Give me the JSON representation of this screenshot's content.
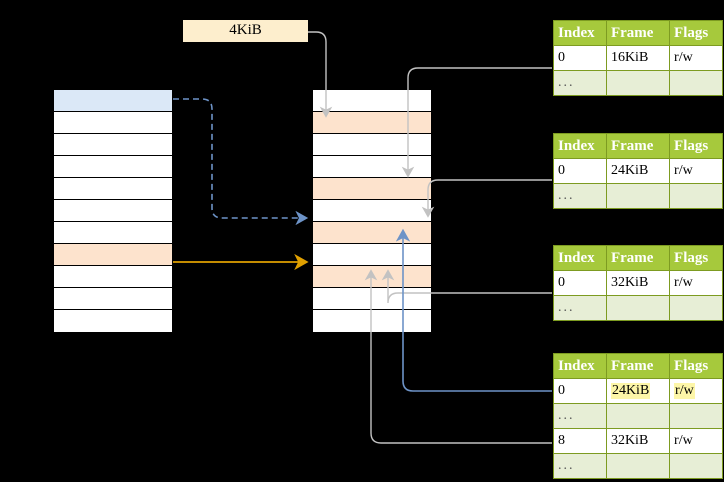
{
  "diagram": {
    "title_label": "4KiB",
    "colors": {
      "header_green": "#a6c93c",
      "table_border_green": "#7d9b21",
      "ellipsis_row": "#e7eed6",
      "highlight_yellow": "#fdf6a8",
      "row_blue": "#dbe8f7",
      "row_peach": "#fde3cd",
      "label_box": "#fdeecd",
      "arrow_blue": "#6d93c7",
      "arrow_orange": "#e8a317",
      "arrow_gray": "#c9c9c9"
    }
  },
  "left_table": {
    "name": "virtual-address-space",
    "rows": [
      {
        "label": "",
        "fill": "blue"
      },
      {
        "label": "",
        "fill": "white"
      },
      {
        "label": "",
        "fill": "white"
      },
      {
        "label": "",
        "fill": "white"
      },
      {
        "label": "",
        "fill": "white"
      },
      {
        "label": "",
        "fill": "white"
      },
      {
        "label": "",
        "fill": "white"
      },
      {
        "label": "",
        "fill": "peach"
      },
      {
        "label": "",
        "fill": "white"
      },
      {
        "label": "",
        "fill": "white"
      },
      {
        "label": "",
        "fill": "white"
      }
    ]
  },
  "middle_table": {
    "name": "physical-memory",
    "rows": [
      {
        "label": "",
        "fill": "white"
      },
      {
        "label": "",
        "fill": "peach"
      },
      {
        "label": "",
        "fill": "white"
      },
      {
        "label": "",
        "fill": "white"
      },
      {
        "label": "",
        "fill": "peach"
      },
      {
        "label": "",
        "fill": "white"
      },
      {
        "label": "",
        "fill": "peach"
      },
      {
        "label": "",
        "fill": "white"
      },
      {
        "label": "",
        "fill": "peach"
      },
      {
        "label": "",
        "fill": "white"
      },
      {
        "label": "",
        "fill": "white"
      }
    ]
  },
  "page_tables": [
    {
      "name": "page-table-1",
      "headers": [
        "Index",
        "Frame",
        "Flags"
      ],
      "rows": [
        {
          "cells": [
            "0",
            "16KiB",
            "r/w"
          ],
          "ellipsis": false,
          "highlight": []
        },
        {
          "cells": [
            "...",
            "",
            ""
          ],
          "ellipsis": true,
          "highlight": []
        }
      ]
    },
    {
      "name": "page-table-2",
      "headers": [
        "Index",
        "Frame",
        "Flags"
      ],
      "rows": [
        {
          "cells": [
            "0",
            "24KiB",
            "r/w"
          ],
          "ellipsis": false,
          "highlight": []
        },
        {
          "cells": [
            "...",
            "",
            ""
          ],
          "ellipsis": true,
          "highlight": []
        }
      ]
    },
    {
      "name": "page-table-3",
      "headers": [
        "Index",
        "Frame",
        "Flags"
      ],
      "rows": [
        {
          "cells": [
            "0",
            "32KiB",
            "r/w"
          ],
          "ellipsis": false,
          "highlight": []
        },
        {
          "cells": [
            "...",
            "",
            ""
          ],
          "ellipsis": true,
          "highlight": []
        }
      ]
    },
    {
      "name": "page-table-4",
      "headers": [
        "Index",
        "Frame",
        "Flags"
      ],
      "rows": [
        {
          "cells": [
            "0",
            "24KiB",
            "r/w"
          ],
          "ellipsis": false,
          "highlight": [
            1,
            2
          ]
        },
        {
          "cells": [
            "...",
            "",
            ""
          ],
          "ellipsis": true,
          "highlight": []
        },
        {
          "cells": [
            "8",
            "32KiB",
            "r/w"
          ],
          "ellipsis": false,
          "highlight": []
        },
        {
          "cells": [
            "...",
            "",
            ""
          ],
          "ellipsis": true,
          "highlight": []
        }
      ]
    }
  ]
}
